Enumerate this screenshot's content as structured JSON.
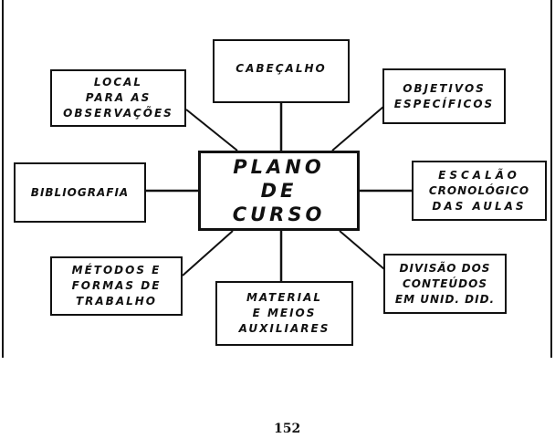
{
  "diagram": {
    "center": {
      "lines": [
        "PLANO",
        "DE",
        "CURSO"
      ]
    },
    "nodes": {
      "cabecalho": {
        "lines": [
          "CABEÇALHO"
        ]
      },
      "local": {
        "lines": [
          "LOCAL",
          "PARA AS",
          "OBSERVAÇÕES"
        ]
      },
      "objetivos": {
        "lines": [
          "OBJETIVOS",
          "ESPECÍFICOS"
        ]
      },
      "bibliografia": {
        "lines": [
          "BIBLIOGRAFIA"
        ]
      },
      "escalao": {
        "lines": [
          "ESCALÃO",
          "CRONOLÓGICO",
          "DAS AULAS"
        ]
      },
      "metodos": {
        "lines": [
          "MÉTODOS E",
          "FORMAS DE",
          "TRABALHO"
        ]
      },
      "material": {
        "lines": [
          "MATERIAL",
          "E MEIOS",
          "AUXILIARES"
        ]
      },
      "divisao": {
        "lines": [
          "DIVISÃO DOS",
          "CONTEÚDOS",
          "EM UNID. DID."
        ]
      }
    }
  },
  "page_number": "152"
}
